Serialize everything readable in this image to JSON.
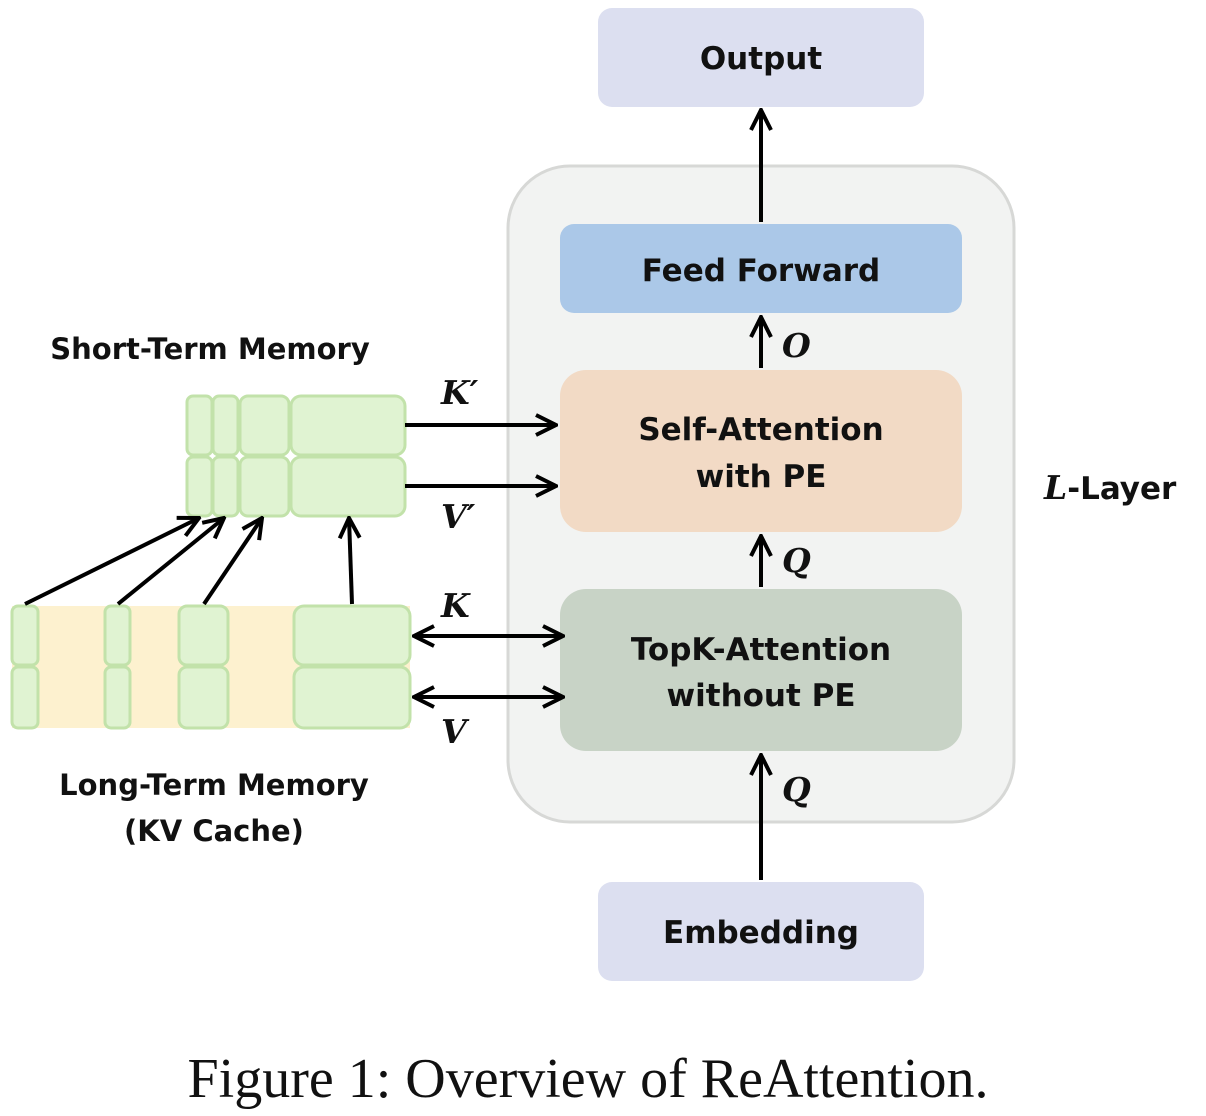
{
  "boxes": {
    "output": "Output",
    "feed_forward": "Feed Forward",
    "self_attention_line1": "Self-Attention",
    "self_attention_line2": "with PE",
    "topk_line1": "TopK-Attention",
    "topk_line2": "without PE",
    "embedding": "Embedding"
  },
  "layer": {
    "symbol": "L",
    "suffix": "-Layer"
  },
  "memory": {
    "short_term": "Short-Term Memory",
    "long_term_line1": "Long-Term Memory",
    "long_term_line2": "(KV Cache)"
  },
  "symbols": {
    "k_prime": "K′",
    "v_prime": "V′",
    "k": "K",
    "v": "V",
    "o": "O",
    "q_mid": "Q",
    "q_bottom": "Q"
  },
  "caption": "Figure 1: Overview of ReAttention.",
  "colors": {
    "output_embedding": "#dcdff0",
    "feed_forward": "#abc8e8",
    "self_attention": "#f2dac5",
    "topk_attention": "#c8d3c6",
    "layer_container": "#f2f3f2",
    "memory_cell": "#e0f3d2",
    "long_term_band": "#fdf1cf"
  }
}
